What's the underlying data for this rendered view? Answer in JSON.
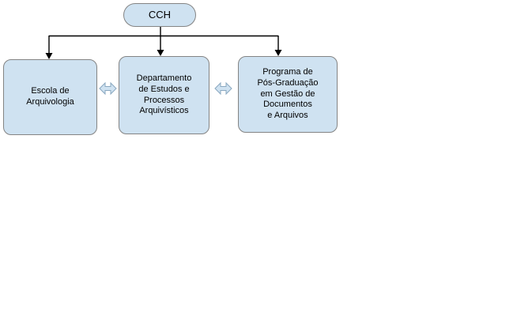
{
  "diagram": {
    "type": "org-chart",
    "root": {
      "label": "CCH"
    },
    "nodes": [
      {
        "id": "escola",
        "label": "Escola de\nArquivologia"
      },
      {
        "id": "departamento",
        "label": "Departamento\nde Estudos e\nProcessos\nArquivísticos"
      },
      {
        "id": "programa",
        "label": "Programa de\nPós-Graduação\nem Gestão de\nDocumentos\ne Arquivos"
      }
    ],
    "relations": [
      {
        "from": "CCH",
        "to": "escola",
        "type": "hierarchy"
      },
      {
        "from": "CCH",
        "to": "departamento",
        "type": "hierarchy"
      },
      {
        "from": "CCH",
        "to": "programa",
        "type": "hierarchy"
      },
      {
        "from": "escola",
        "to": "departamento",
        "type": "bidirectional"
      },
      {
        "from": "departamento",
        "to": "programa",
        "type": "bidirectional"
      }
    ],
    "icons": {
      "down_arrow": "▼",
      "double_arrow": "⇔"
    },
    "colors": {
      "node_fill": "#cfe2f1",
      "node_border": "#848484",
      "connector_line": "#000000",
      "text": "#000000"
    }
  }
}
